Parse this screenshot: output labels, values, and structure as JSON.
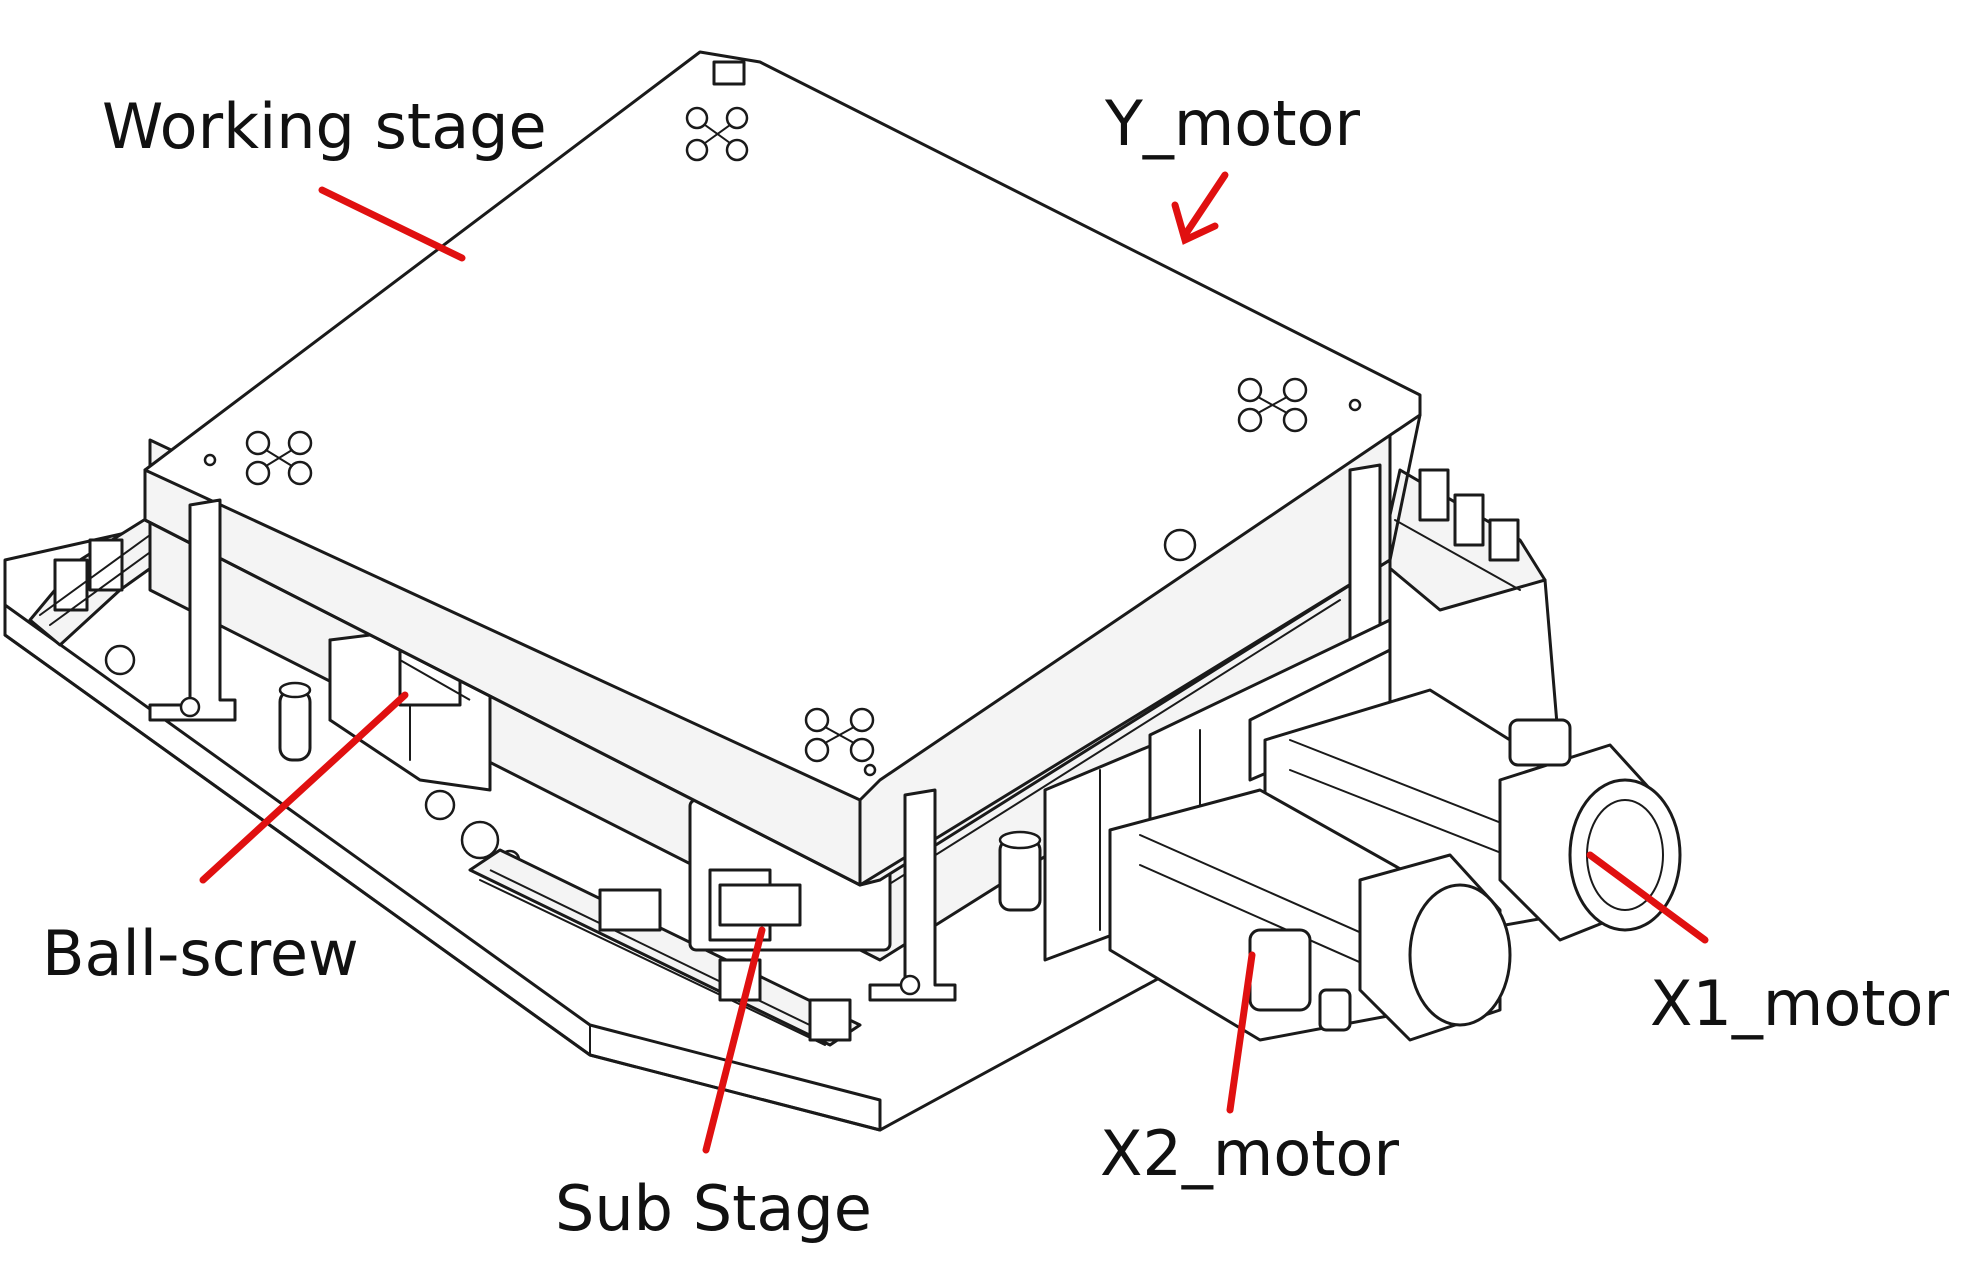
{
  "labels": {
    "working_stage": "Working stage",
    "y_motor": "Y_motor",
    "ball_screw": "Ball-screw",
    "sub_stage": "Sub Stage",
    "x1_motor": "X1_motor",
    "x2_motor": "X2_motor"
  },
  "colors": {
    "leader": "#e01010",
    "linework": "#1a1a1a",
    "background": "#ffffff"
  }
}
